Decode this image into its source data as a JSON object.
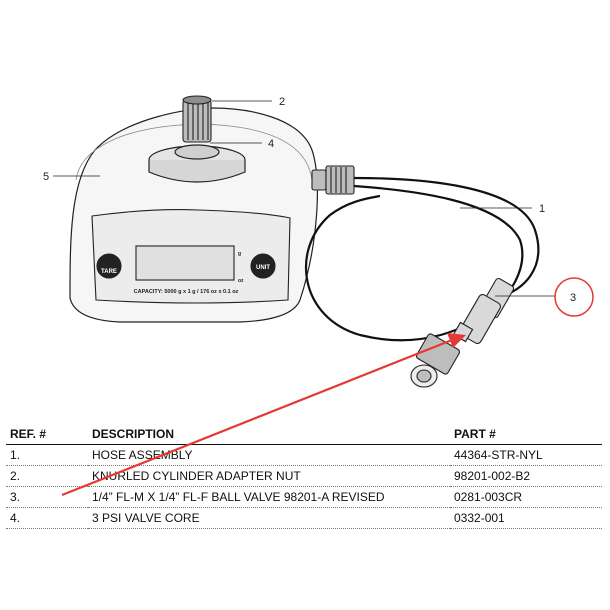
{
  "diagram": {
    "callouts": [
      {
        "num": "1"
      },
      {
        "num": "2"
      },
      {
        "num": "3"
      },
      {
        "num": "4"
      },
      {
        "num": "5"
      }
    ],
    "scale": {
      "tare_label": "TARE",
      "unit_label": "UNIT",
      "display_unit_g": "g",
      "display_unit_oz": "oz",
      "capacity_text": "CAPACITY: 5000 g x 1 g / 176 oz x 0.1 oz"
    },
    "highlight_color": "#e53935"
  },
  "table": {
    "headers": {
      "ref": "REF. #",
      "description": "DESCRIPTION",
      "part": "PART #"
    },
    "rows": [
      {
        "ref": "1.",
        "description": "HOSE ASSEMBLY",
        "part": "44364-STR-NYL"
      },
      {
        "ref": "2.",
        "description": "KNURLED CYLINDER ADAPTER NUT",
        "part": "98201-002-B2"
      },
      {
        "ref": "3.",
        "description": "1/4” FL-M X 1/4” FL-F BALL VALVE 98201-A REVISED",
        "part": "0281-003CR"
      },
      {
        "ref": "4.",
        "description": "3 PSI VALVE CORE",
        "part": "0332-001"
      }
    ]
  }
}
